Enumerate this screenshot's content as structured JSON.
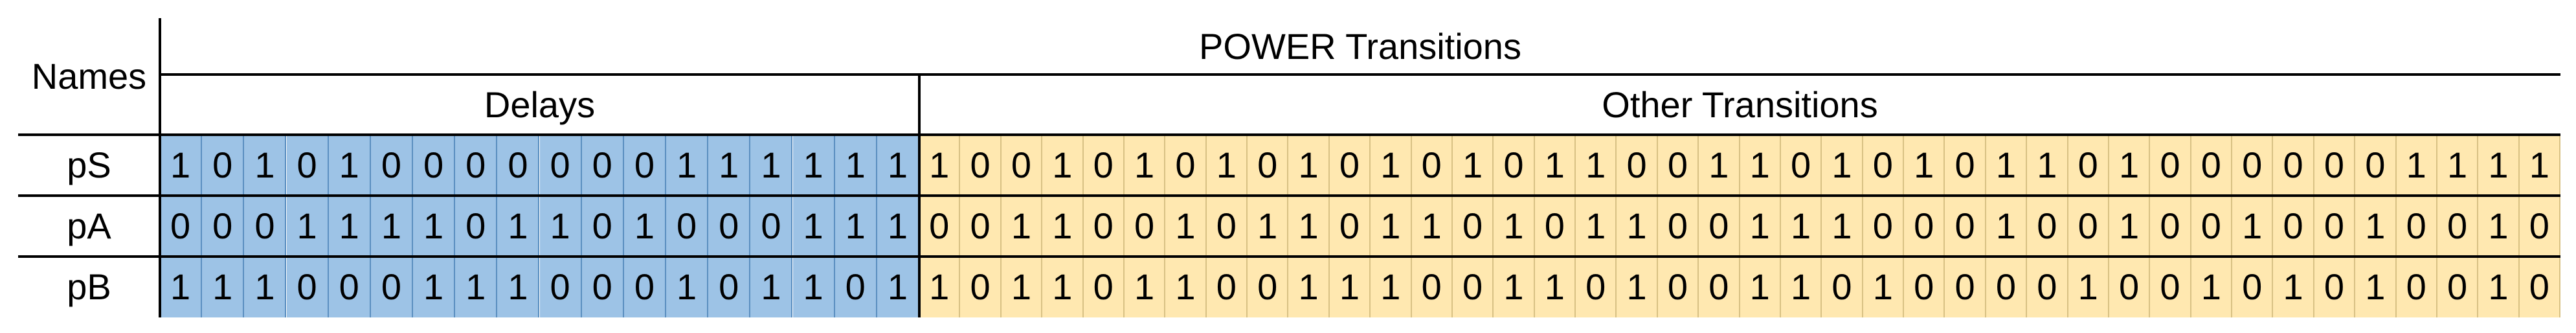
{
  "table": {
    "names_header": "Names",
    "group_header": "POWER Transitions",
    "sub_headers": {
      "delays": "Delays",
      "other": "Other Transitions"
    },
    "delay_count": 18,
    "rows": [
      {
        "name": "pS",
        "delays": "101010000000111111",
        "other": "1001010101010101100110101011010000001111"
      },
      {
        "name": "pA",
        "delays": "000111101101000111",
        "other": "0011001011011010110011100010010010010010"
      },
      {
        "name": "pB",
        "delays": "111000111000101101",
        "other": "1011011001110011010011010000100101010010"
      }
    ],
    "colors": {
      "delays_fill": "#9dc3e6",
      "other_fill": "#ffe8b0",
      "grid_line": "#000000"
    }
  }
}
